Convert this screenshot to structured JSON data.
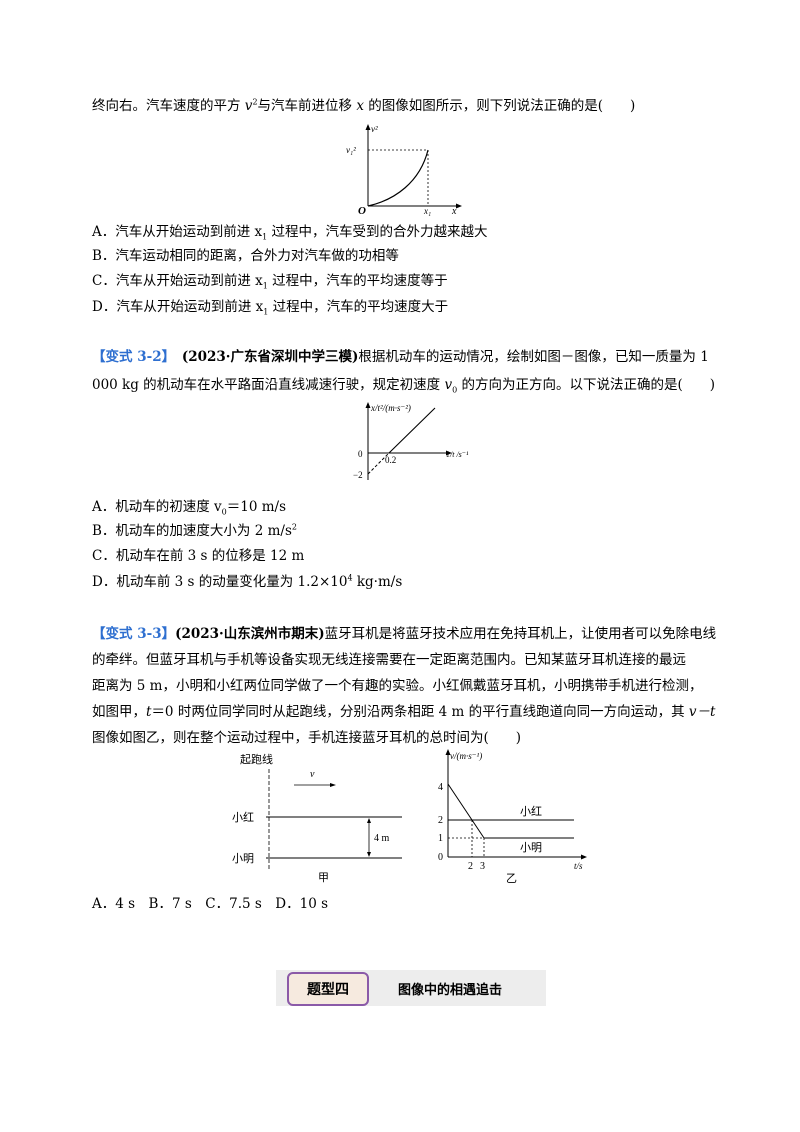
{
  "q1": {
    "stem_a": "终向右。汽车速度的平方 ",
    "stem_v": "v",
    "stem_v_sup": "2",
    "stem_b": "与汽车前进位移 ",
    "stem_x": "x",
    "stem_c": " 的图像如图所示，则下列说法正确的是(　　)",
    "graph": {
      "y_label": "v²",
      "v1_label": "v₁²",
      "origin": "O",
      "x1_label": "x₁",
      "x_label": "x"
    },
    "options": [
      {
        "prefix": "A．汽车从开始运动到前进 x",
        "sub": "1",
        "suffix": " 过程中，汽车受到的合外力越来越大"
      },
      {
        "text": "B．汽车运动相同的距离，合外力对汽车做的功相等"
      },
      {
        "prefix": "C．汽车从开始运动到前进 x",
        "sub": "1",
        "suffix": " 过程中，汽车的平均速度等于"
      },
      {
        "prefix": "D．汽车从开始运动到前进 x",
        "sub": "1",
        "suffix": " 过程中，汽车的平均速度大于"
      }
    ]
  },
  "q2": {
    "tag": "【变式 3-2】",
    "source": "(2023·广东省深圳中学三模)",
    "line1": "根据机动车的运动情况，绘制如图－图像，已知一质量为 1",
    "line2_a": "000 kg 的机动车在水平路面沿直线减速行驶，规定初速度 ",
    "line2_v": "v",
    "line2_sub": "0",
    "line2_b": " 的方向为正方向。以下说法正确的是(　　)",
    "graph": {
      "y_label": "x/t²/(m·s⁻²)",
      "x_label": "1/t /s⁻¹",
      "zero": "0",
      "x_tick": "0.2",
      "y_tick": "−2"
    },
    "options": [
      {
        "prefix": "A．机动车的初速度 v",
        "sub": "0",
        "suffix": "＝10 m/s"
      },
      {
        "prefix": "B．机动车的加速度大小为 2 m/s",
        "sup": "2",
        "suffix": ""
      },
      {
        "text": "C．机动车在前 3 s 的位移是 12 m"
      },
      {
        "prefix": "D．机动车前 3 s 的动量变化量为 1.2×10",
        "sup": "4",
        "suffix": "  kg·m/s"
      }
    ]
  },
  "q3": {
    "tag": "【变式 3-3】",
    "source": "(2023·山东滨州市期末)",
    "line1": "蓝牙耳机是将蓝牙技术应用在免持耳机上，让使用者可以免除电线",
    "line2": "的牵绊。但蓝牙耳机与手机等设备实现无线连接需要在一定距离范围内。已知某蓝牙耳机连接的最远",
    "line3": "距离为 5 m，小明和小红两位同学做了一个有趣的实验。小红佩戴蓝牙耳机，小明携带手机进行检测，",
    "line4_a": "如图甲，",
    "line4_t": "t",
    "line4_b": "＝0 时两位同学同时从起跑线，分别沿两条相距 4 m 的平行直线跑道向同一方向运动，其 ",
    "line4_vt": "v－t",
    "line5": "图像如图乙，则在整个运动过程中，手机连接蓝牙耳机的总时间为(　　)",
    "fig_jia": {
      "start_line": "起跑线",
      "v": "v",
      "xiaohong": "小红",
      "xiaoming": "小明",
      "dist": "4 m",
      "caption": "甲"
    },
    "fig_yi": {
      "y_label": "v/(m·s⁻¹)",
      "ticks_y": [
        "4",
        "2",
        "1",
        "0"
      ],
      "ticks_x": [
        "2",
        "3"
      ],
      "x_label": "t/s",
      "xiaohong": "小红",
      "xiaoming": "小明",
      "caption": "乙"
    },
    "answers": "A．4 s　B．7 s　C．7.5 s　D．10 s"
  },
  "section": {
    "label": "题型四",
    "title": "图像中的相遇追击"
  }
}
